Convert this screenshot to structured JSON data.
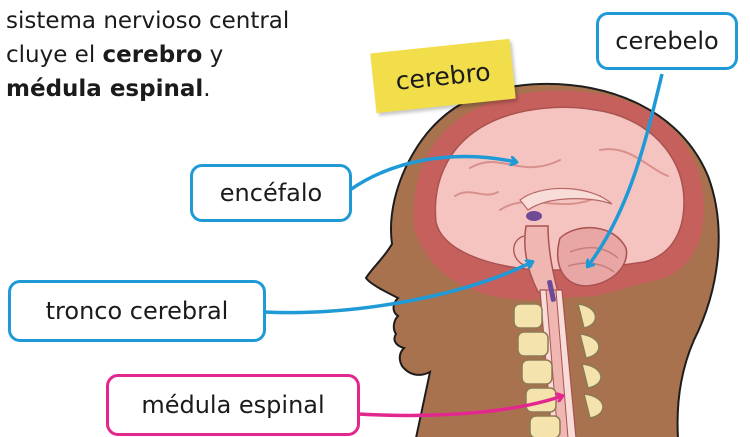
{
  "intro": {
    "line1": "sistema nervioso central",
    "line2_pre": "cluye el ",
    "line2_bold": "cerebro",
    "line2_post": " y",
    "line3_bold": "médula espinal",
    "line3_post": "."
  },
  "sticky_note": {
    "text": "cerebro"
  },
  "labels": {
    "cerebelo": "cerebelo",
    "encefalo": "encéfalo",
    "tronco": "tronco cerebral",
    "medula": "médula espinal"
  },
  "colors": {
    "blue": "#1f9ad6",
    "pink": "#e2288f",
    "note": "#f1de4a",
    "skin": "#a8724e",
    "skull": "#c6605c",
    "brain": "#f5c4c1"
  }
}
